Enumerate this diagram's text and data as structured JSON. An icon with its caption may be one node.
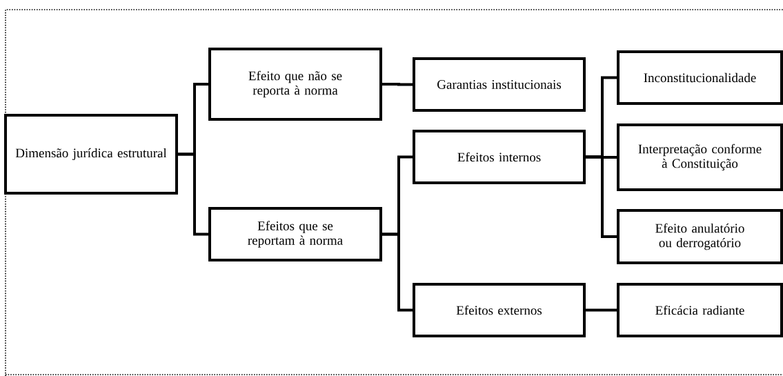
{
  "diagram": {
    "nodes": [
      {
        "text": [
          "Dimensão jurídica estrutural"
        ]
      },
      {
        "text": [
          "Efeito que não se reporta à norma"
        ]
      },
      {
        "text": [
          "Efeitos que se reportam à norma"
        ]
      },
      {
        "text": [
          "Garantias institucionais"
        ]
      },
      {
        "text": [
          "Efeitos internos"
        ]
      },
      {
        "text": [
          "Efeitos externos"
        ]
      },
      {
        "text": [
          "Inconstitucionalidade"
        ]
      },
      {
        "text": [
          "Interpretação conforme à Constituição"
        ]
      },
      {
        "text": [
          "Efeito anulatório ou derrogatório"
        ]
      },
      {
        "text": [
          "Eficácia radiante"
        ]
      }
    ],
    "edges": [
      {
        "from": 0,
        "to": 1,
        "arrow": "none"
      },
      {
        "from": 0,
        "to": 2,
        "arrow": "none"
      },
      {
        "from": 1,
        "to": 3,
        "arrow": "none"
      },
      {
        "from": 2,
        "to": 4,
        "arrow": "none"
      },
      {
        "from": 2,
        "to": 5,
        "arrow": "none"
      },
      {
        "from": 4,
        "to": 6,
        "arrow": "none"
      },
      {
        "from": 4,
        "to": 7,
        "arrow": "none"
      },
      {
        "from": 4,
        "to": 8,
        "arrow": "none"
      },
      {
        "from": 5,
        "to": 9,
        "arrow": "none"
      }
    ]
  }
}
